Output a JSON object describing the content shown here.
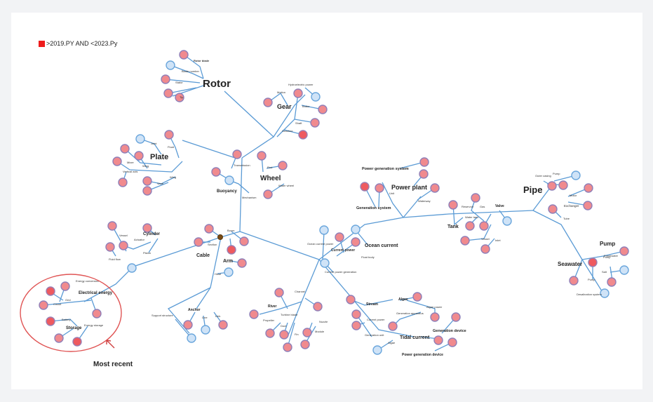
{
  "legend": {
    "label": ">2019.PY AND <2023.Py",
    "color": "#ee1c1c"
  },
  "annotation": {
    "label": "Most recent",
    "color": "#e05555"
  },
  "diagram": {
    "type": "keyword-cooccurrence-tree",
    "clusters": [
      {
        "name": "Rotor",
        "terms": [
          "Rotor blade",
          "Blade number",
          "Stator",
          "Tip"
        ]
      },
      {
        "name": "Gear",
        "terms": [
          "Hydroelectric power",
          "Motion",
          "Brake",
          "Shaft",
          "Gearbox"
        ]
      },
      {
        "name": "Plate",
        "terms": [
          "Float",
          "Joint",
          "Wing",
          "Mixer",
          "Vertical axis",
          "Wing",
          "Vane"
        ]
      },
      {
        "name": "Wheel",
        "terms": [
          "Transmission",
          "Rod",
          "Water wheel",
          "Mechanism"
        ]
      },
      {
        "name": "Buoyancy",
        "terms": []
      },
      {
        "name": "Power plant",
        "terms": [
          "Power generation system",
          "Generation system",
          "Unit",
          "Waterway"
        ]
      },
      {
        "name": "Pipe",
        "terms": [
          "Outer casing",
          "Pump",
          "Motor",
          "Exchanger",
          "Tube"
        ]
      },
      {
        "name": "Tank",
        "terms": [
          "Reservoir",
          "Gas",
          "Valve",
          "Water tank",
          "Vessel",
          "Inlet"
        ]
      },
      {
        "name": "Seawater",
        "terms": [
          "Pump",
          "Freshwater",
          "Salt",
          "Pump",
          "Desalination system"
        ]
      },
      {
        "name": "Ocean current",
        "terms": [
          "Current power",
          "Float body",
          "Ocean current power",
          "Current power generation"
        ]
      },
      {
        "name": "Cylinder",
        "terms": [
          "Vessel",
          "Actuator",
          "Fluid flow",
          "Piston"
        ]
      },
      {
        "name": "Cable",
        "terms": [
          "Boom",
          "Section",
          "Arm",
          "Hose"
        ]
      },
      {
        "name": "Electrical energy",
        "terms": [
          "Energy conversion",
          "Grid",
          "Circuit",
          "Battery",
          "Storage",
          "Energy storage"
        ]
      },
      {
        "name": "Anchor",
        "terms": [
          "Support structure",
          "Line",
          "Link"
        ]
      },
      {
        "name": "River",
        "terms": [
          "Channel",
          "Turbine blade",
          "Propeller",
          "Duct",
          "Fin",
          "Nozzle",
          "Module"
        ]
      },
      {
        "name": "Tidal current",
        "terms": [
          "Stream",
          "Algae",
          "Algae power",
          "Generation apparatus",
          "Current power",
          "Generation unit",
          "Generation device",
          "Algae",
          "Power generation device"
        ]
      }
    ]
  }
}
